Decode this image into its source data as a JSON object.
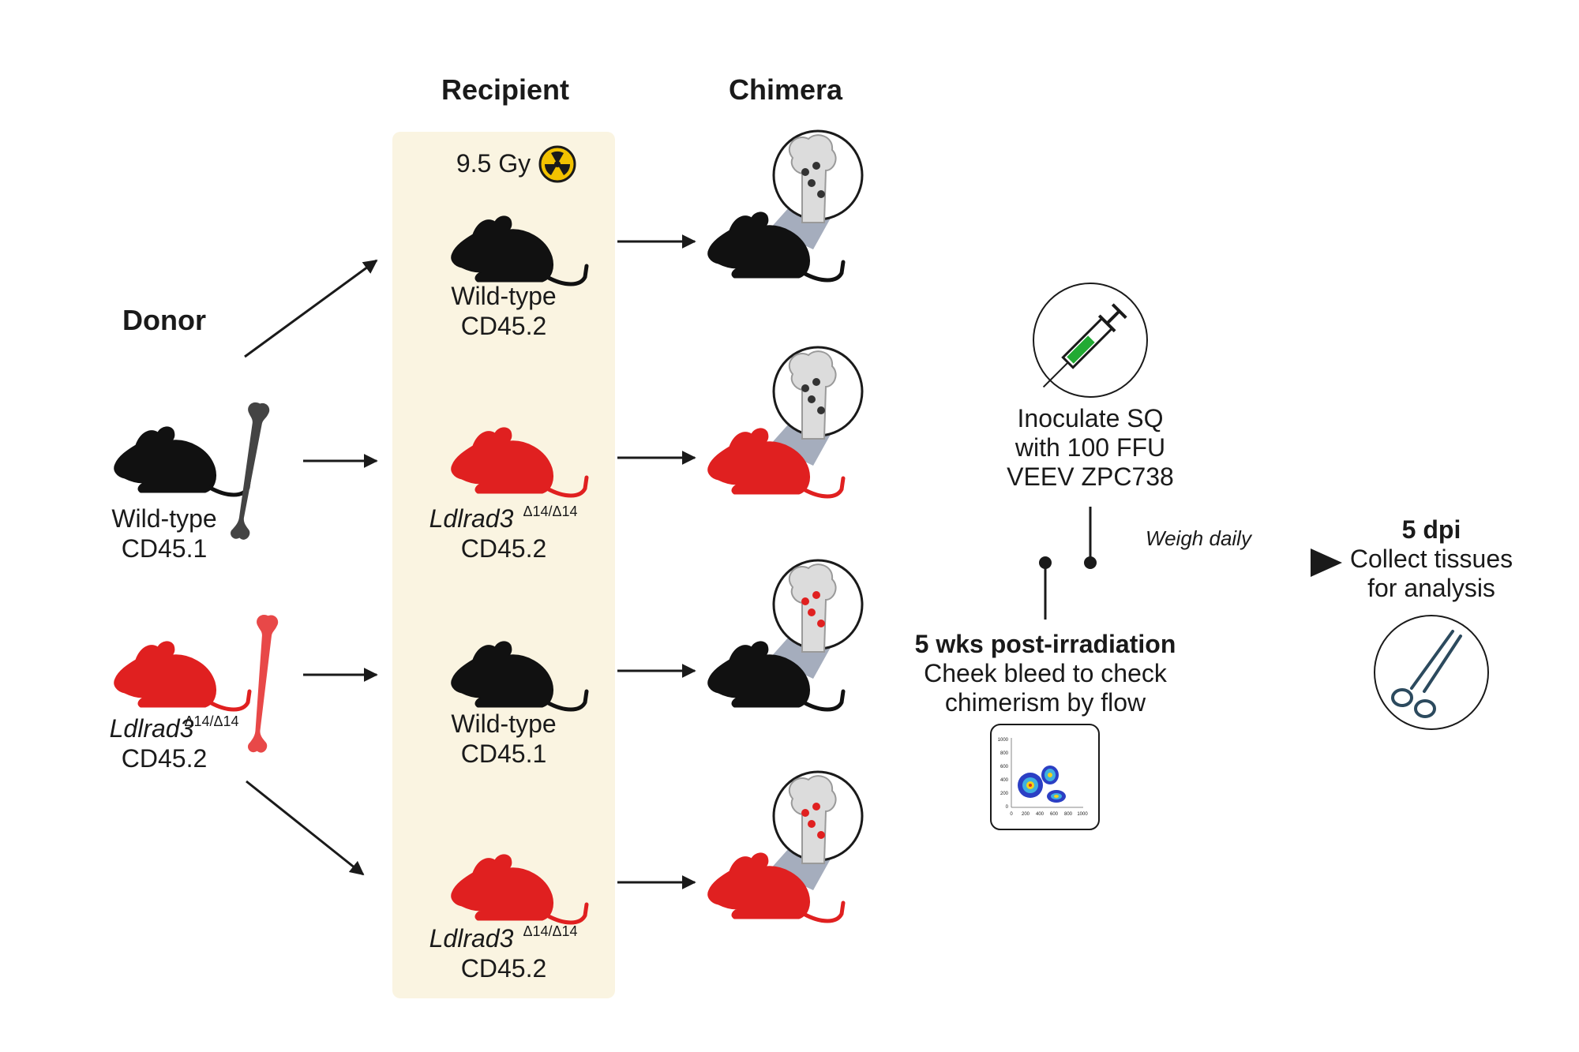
{
  "headers": {
    "donor": "Donor",
    "recipient": "Recipient",
    "chimera": "Chimera"
  },
  "irradiation": {
    "dose": "9.5 Gy",
    "icon": "radiation-icon"
  },
  "donors": [
    {
      "line1": "Wild-type",
      "line2": "CD45.1",
      "color": "#111111"
    },
    {
      "line1": "Ldlrad3",
      "superscript": "Δ14/Δ14",
      "line2": "CD45.2",
      "color": "#e02020"
    }
  ],
  "recipients": [
    {
      "line1": "Wild-type",
      "line2": "CD45.2",
      "color": "#111111"
    },
    {
      "line1": "Ldlrad3",
      "superscript": "Δ14/Δ14",
      "line2": "CD45.2",
      "color": "#e02020"
    },
    {
      "line1": "Wild-type",
      "line2": "CD45.1",
      "color": "#111111"
    },
    {
      "line1": "Ldlrad3",
      "superscript": "Δ14/Δ14",
      "line2": "CD45.2",
      "color": "#e02020"
    }
  ],
  "chimeras": [
    {
      "mouse_color": "#111111",
      "marrow_cell_color": "#333333"
    },
    {
      "mouse_color": "#e02020",
      "marrow_cell_color": "#333333"
    },
    {
      "mouse_color": "#111111",
      "marrow_cell_color": "#e02020"
    },
    {
      "mouse_color": "#e02020",
      "marrow_cell_color": "#e02020"
    }
  ],
  "timeline": {
    "inoculate": [
      "Inoculate SQ",
      "with 100 FFU",
      "VEEV ZPC738"
    ],
    "weigh": "Weigh daily",
    "bleed_title": "5 wks post-irradiation",
    "bleed_lines": [
      "Cheek bleed to check",
      "chimerism by flow"
    ],
    "end_title": "5 dpi",
    "end_lines": [
      "Collect tissues",
      "for analysis"
    ]
  },
  "flow_plot": {
    "y_ticks": [
      "1000",
      "800",
      "600",
      "400",
      "200",
      "0"
    ],
    "x_ticks": [
      "0",
      "200",
      "400",
      "600",
      "800",
      "1000"
    ]
  },
  "colors": {
    "recipient_box": "#faf4e1",
    "wild_type": "#111111",
    "ldlrad3": "#e02020",
    "syringe_fluid": "#22aa33",
    "scissors": "#2c4a5e",
    "radiation_symbol": "#f2c200"
  }
}
